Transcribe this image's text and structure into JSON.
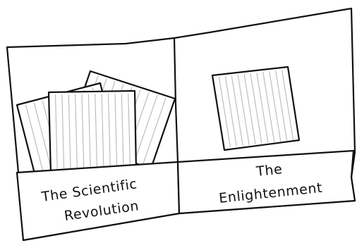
{
  "book": {
    "left_flap_label_line1": "The Scientific",
    "left_flap_label_line2": "Revolution",
    "right_flap_label_line1": "The",
    "right_flap_label_line2": "Enlightenment"
  },
  "colors": {
    "ink": "#111111",
    "paper": "#ffffff",
    "ruled_lines": "#b8b8b8"
  }
}
